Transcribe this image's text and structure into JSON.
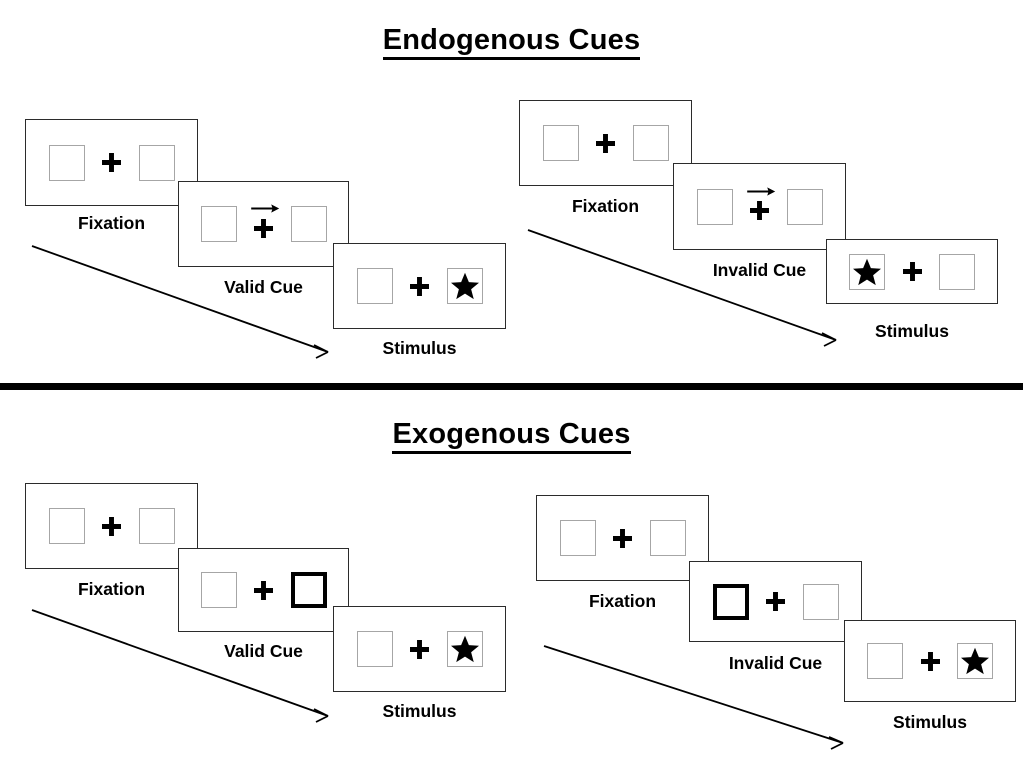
{
  "sections": [
    {
      "id": "endogenous",
      "title": "Endogenous Cues",
      "groups": [
        {
          "id": "endogenous-valid",
          "frames": [
            {
              "label": "Fixation",
              "left_box": "empty",
              "right_box": "empty",
              "cue": "none"
            },
            {
              "label": "Valid Cue",
              "left_box": "empty",
              "right_box": "empty",
              "cue": "arrow-right"
            },
            {
              "label": "Stimulus",
              "left_box": "empty",
              "right_box": "star",
              "cue": "none"
            }
          ]
        },
        {
          "id": "endogenous-invalid",
          "frames": [
            {
              "label": "Fixation",
              "left_box": "empty",
              "right_box": "empty",
              "cue": "none"
            },
            {
              "label": "Invalid Cue",
              "left_box": "empty",
              "right_box": "empty",
              "cue": "arrow-right"
            },
            {
              "label": "Stimulus",
              "left_box": "star",
              "right_box": "empty",
              "cue": "none"
            }
          ]
        }
      ]
    },
    {
      "id": "exogenous",
      "title": "Exogenous Cues",
      "groups": [
        {
          "id": "exogenous-valid",
          "frames": [
            {
              "label": "Fixation",
              "left_box": "empty",
              "right_box": "empty",
              "cue": "none"
            },
            {
              "label": "Valid Cue",
              "left_box": "empty",
              "right_box": "flashed",
              "cue": "none"
            },
            {
              "label": "Stimulus",
              "left_box": "empty",
              "right_box": "star",
              "cue": "none"
            }
          ]
        },
        {
          "id": "exogenous-invalid",
          "frames": [
            {
              "label": "Fixation",
              "left_box": "empty",
              "right_box": "empty",
              "cue": "none"
            },
            {
              "label": "Invalid Cue",
              "left_box": "flashed",
              "right_box": "empty",
              "cue": "none"
            },
            {
              "label": "Stimulus",
              "left_box": "empty",
              "right_box": "star",
              "cue": "none"
            }
          ]
        }
      ]
    }
  ],
  "colors": {
    "background": "#ffffff",
    "ink": "#000000",
    "panel_border": "#2b2b2b",
    "box_border": "#a6a6a6",
    "flashed_border": "#000000",
    "divider": "#000000"
  },
  "icons": {
    "fixation_cross": "cross-icon",
    "arrow_cue": "arrow-right-icon",
    "target": "star-icon",
    "time_arrow": "time-arrow-icon"
  }
}
